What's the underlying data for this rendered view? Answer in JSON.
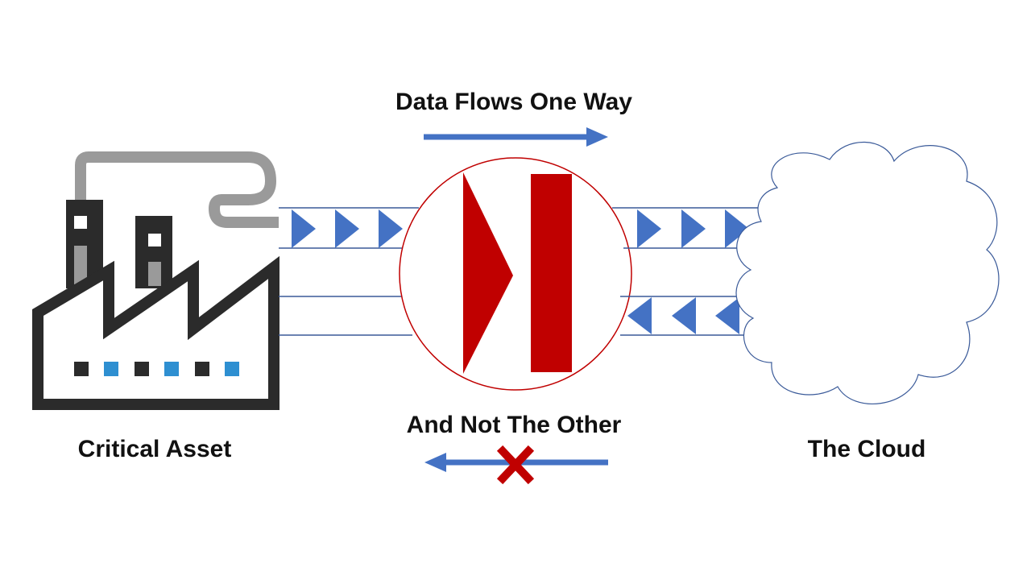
{
  "labels": {
    "top_caption": "Data Flows One Way",
    "bottom_caption": "And Not The Other",
    "left_node": "Critical Asset",
    "right_node": "The Cloud"
  },
  "colors": {
    "flow_blue": "#4472C4",
    "diode_red": "#C00000",
    "factory_dark": "#2b2b2b",
    "pipe_gray": "#9a9a9a",
    "window_blue": "#2e8fd1",
    "cloud_outline": "#3a5a99"
  },
  "icons": {
    "left": "factory-icon",
    "center": "data-diode-icon",
    "right": "cloud-icon",
    "blocked": "x-mark-icon"
  }
}
